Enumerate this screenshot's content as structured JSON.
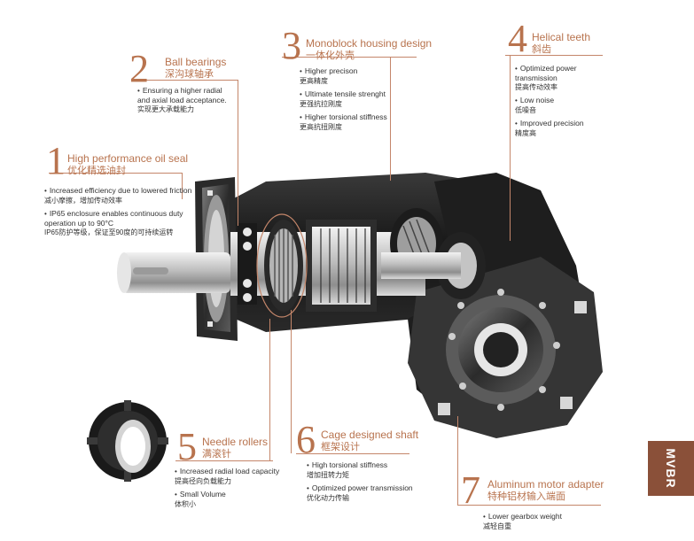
{
  "features": [
    {
      "num": "1",
      "title": "High performance oil seal",
      "title_cn": "优化精选油封",
      "bullets": [
        "Increased efficiency due to lowered friction",
        "IP65 enclosure enables continuous duty operation up to 90°C"
      ],
      "bullets_cn": [
        "减小摩擦，增加传动效率",
        "IP65防护等级，保证至90度的可持续运转"
      ]
    },
    {
      "num": "2",
      "title": "Ball bearings",
      "title_cn": "深沟球轴承",
      "bullets": [
        "Ensuring a higher radial and axial load acceptance."
      ],
      "bullets_cn": [
        "实现更大承载能力"
      ]
    },
    {
      "num": "3",
      "title": "Monoblock housing design",
      "title_cn": "一体化外壳",
      "bullets": [
        "Higher precison",
        "Ultimate tensile strenght",
        "Higher torsional  stiffness"
      ],
      "bullets_cn": [
        "更高精度",
        "更强抗拉刚度",
        "更高抗扭刚度"
      ]
    },
    {
      "num": "4",
      "title": "Helical teeth",
      "title_cn": "斜齿",
      "bullets": [
        "Optimized power transmission",
        "Low noise",
        "Improved precision"
      ],
      "bullets_cn": [
        "提高传动效率",
        "低噪音",
        "精度高"
      ]
    },
    {
      "num": "5",
      "title": "Needle rollers",
      "title_cn": "满滚针",
      "bullets": [
        "Increased radial load capacity",
        "Small Volume"
      ],
      "bullets_cn": [
        "提高径向负载能力",
        "体积小"
      ]
    },
    {
      "num": "6",
      "title": "Cage designed shaft",
      "title_cn": "框架设计",
      "bullets": [
        "High torsional stiffness",
        "Optimized power transmission"
      ],
      "bullets_cn": [
        "增加扭转力矩",
        "优化动力传输"
      ]
    },
    {
      "num": "7",
      "title": "Aluminum motor adapter",
      "title_cn": "特种铝材输入端面",
      "bullets": [
        "Lower gearbox weight"
      ],
      "bullets_cn": [
        "减轻自重"
      ]
    }
  ],
  "side_tab": "MVBR"
}
